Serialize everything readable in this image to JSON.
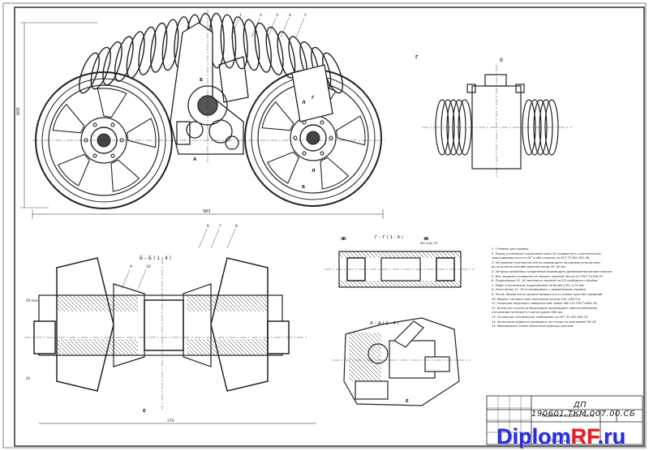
{
  "drawing": {
    "code": "ДП 190601.ТКМ.007.00.СБ",
    "section_labels": {
      "sec_bb": "Б – Б ( 1 : 4 )",
      "sec_gg": "Г – Г ( 1 : 4 )",
      "sec_aa": "А – А ( 1 : 4 )",
      "view_v": "В"
    },
    "dimensions": {
      "overall_length": "983",
      "overall_height": "600",
      "bottom_width": "270",
      "left_dim_a": "29 max",
      "left_dim_b": "29",
      "top_gg": "Ф5 max 55"
    },
    "view_labels": [
      "А",
      "Б",
      "Б",
      "Г",
      "Г",
      "Ж",
      "Ж",
      "Е",
      "Е",
      "Л",
      "Л"
    ],
    "notes": [
      "1. * Размер для справок.",
      "2. Перед установкой торсионные валы 20 подвергнуть пластическому",
      "   закручиванию на угол 45° в обе стороны по ОСТ 37.001.081-89.",
      "3. Натяжение гусеничной ленты производить натяжным устройством",
      "   до получения прогиба верхней ветви 20..30 мм.",
      "4. Затяжку резьбовых соединений производить динамометрическим ключом.",
      "5. Все трущиеся поверхности смазать смазкой Литол-24 ГОСТ 21150-87.",
      "6. Подшипники 15, 16 заполнить смазкой на 2/3 свободного объёма.",
      "7. Люфт в конических подшипниках не более 0,05..0,10 мм.",
      "8. Уплотнения 27, 28 устанавливать с применением оправок.",
      "9. После сборки каток должен вращаться от усилия руки без заеданий.",
      "10. Момент затяжки гаек крепления катков 120..140 Н·м.",
      "11. Покрытие наружных поверхностей: эмаль ПФ-115 ГОСТ 6465-76.",
      "12. Контроль соосности балансиров производить приспособлением,",
      "    отклонение не более 0,3 мм на длине 500 мм.",
      "13. Остальные технические требования по ОСТ 37.001.050-73.",
      "14. Испытание подвески проводить на стенде по программе ПИ-16.",
      "15. Маркировать номер сборочной единицы краской."
    ],
    "title_block": {
      "title": "ДП 190601.ТКМ.007.00.СБ",
      "name": "Подвеска ходовой части",
      "sheet": "Сборочный чертёж"
    },
    "balloon_numbers_top": [
      "1",
      "2",
      "3",
      "4",
      "5",
      "6",
      "7",
      "8",
      "9",
      "10"
    ],
    "watermark": {
      "blue_a": "Diplom",
      "red": "RF",
      "blue_b": ".ru"
    }
  }
}
